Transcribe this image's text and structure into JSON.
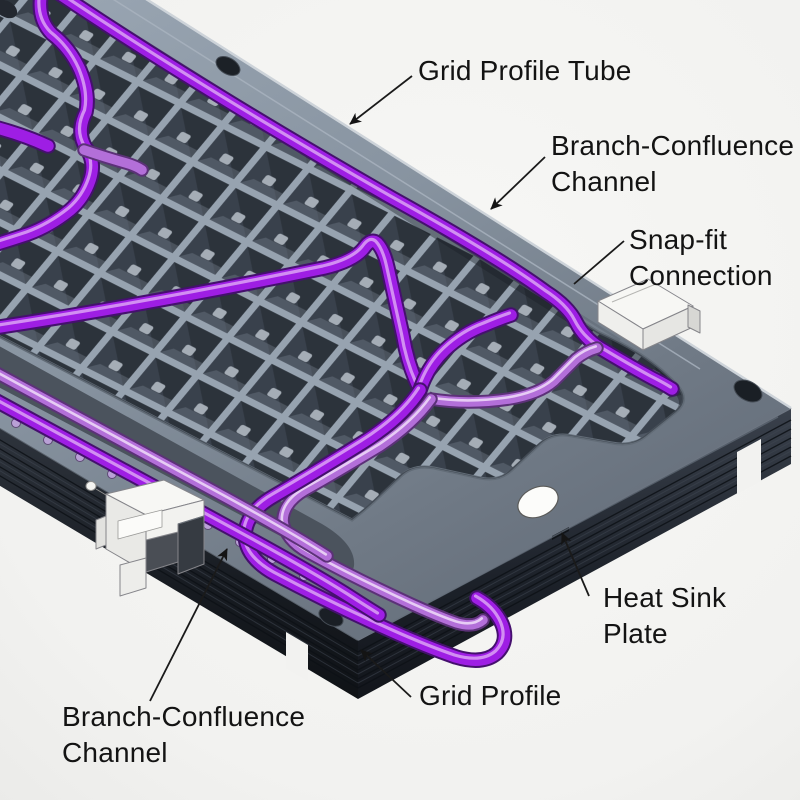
{
  "figure": {
    "subject": "Isometric technical illustration of a grid-profile heat sink plate with purple branch-confluence tube channels and snap-fit connectors",
    "background_color": "#f3f3f1"
  },
  "callouts": [
    {
      "id": "grid-profile-tube",
      "lines": [
        "Grid Profile Tube"
      ]
    },
    {
      "id": "branch-confluence-channel-top",
      "lines": [
        "Branch-Confluence",
        "Channel"
      ]
    },
    {
      "id": "snap-fit-connection",
      "lines": [
        "Snap-fit",
        "Connection"
      ]
    },
    {
      "id": "heat-sink-plate",
      "lines": [
        "Heat Sink",
        "Plate"
      ]
    },
    {
      "id": "grid-profile",
      "lines": [
        "Grid Profile"
      ]
    },
    {
      "id": "branch-confluence-channel-bottom",
      "lines": [
        "Branch-Confluence",
        "Channel"
      ]
    }
  ],
  "colors": {
    "tube_primary": "#9e1ee4",
    "tube_secondary": "#b36fd9",
    "plate_top": "#93a0ad",
    "plate_side_dark": "#1a1e25",
    "grid_line": "#97a3b0",
    "grid_cell": "#39414c",
    "connector_white": "#f7f7f4",
    "heat_sink_spot": "#fcfcfa",
    "label_text": "#131313"
  }
}
